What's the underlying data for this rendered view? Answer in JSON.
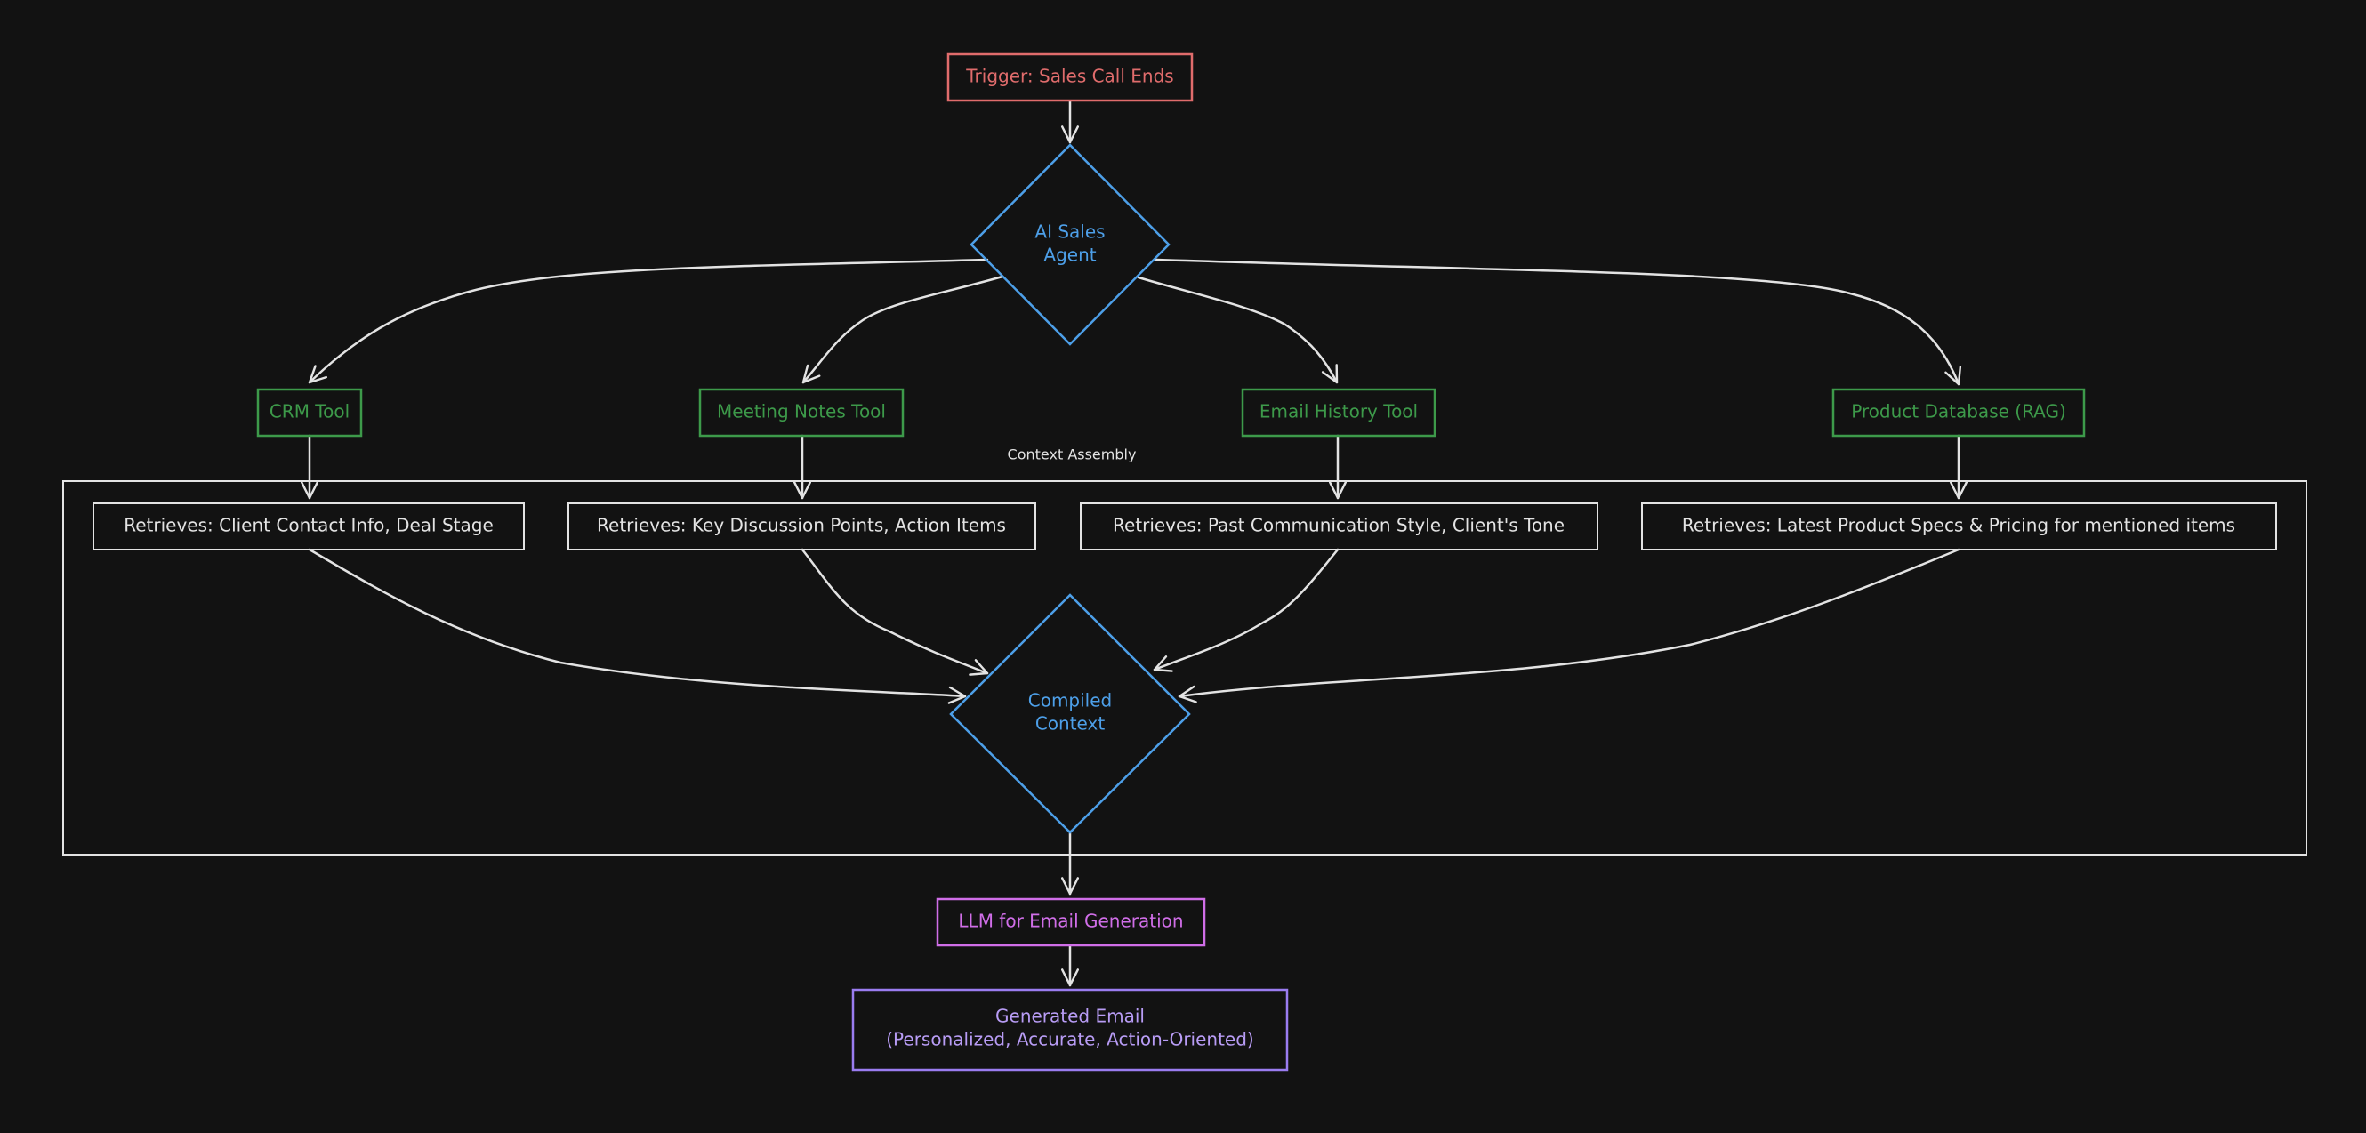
{
  "colors": {
    "background": "#121212",
    "trigger": "#e06c6c",
    "agent": "#4d9fe8",
    "tool": "#3d9a4a",
    "neutral": "#e3e3e3",
    "llm": "#d06ee8",
    "output": "#9a7cf0"
  },
  "trigger": {
    "label": "Trigger: Sales Call Ends"
  },
  "agent": {
    "line1": "AI Sales",
    "line2": "Agent"
  },
  "tools": [
    {
      "label": "CRM Tool"
    },
    {
      "label": "Meeting Notes Tool"
    },
    {
      "label": "Email History Tool"
    },
    {
      "label": "Product Database (RAG)"
    }
  ],
  "context_assembly": {
    "label": "Context Assembly"
  },
  "retrievals": [
    {
      "label": "Retrieves: Client Contact Info, Deal Stage"
    },
    {
      "label": "Retrieves: Key Discussion Points, Action Items"
    },
    {
      "label": "Retrieves: Past Communication Style, Client's Tone"
    },
    {
      "label": "Retrieves: Latest Product Specs & Pricing for mentioned items"
    }
  ],
  "compiled": {
    "line1": "Compiled",
    "line2": "Context"
  },
  "llm": {
    "label": "LLM for Email Generation"
  },
  "output": {
    "line1": "Generated Email",
    "line2": "(Personalized, Accurate, Action-Oriented)"
  }
}
